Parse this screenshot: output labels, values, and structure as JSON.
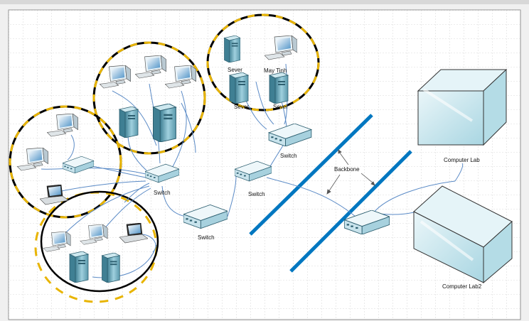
{
  "labels": {
    "sever_top": "Sever",
    "may_tinh": "May Tinh",
    "sever_left": "Sever",
    "sever_right": "Sever",
    "switch_top": "Switch",
    "switch_mid": "Switch",
    "switch_left": "Switch",
    "switch_low": "Switch",
    "backbone": "Backbone",
    "lab1": "Computer Lab",
    "lab2": "Computer Lab2"
  },
  "colors": {
    "backbone_line": "#0077c0",
    "dash_yellow": "#e8b400",
    "dash_black": "#000000",
    "link_line": "#5a8ac6",
    "device_light": "#d6edf3",
    "device_mid": "#7fb9cc",
    "device_dark": "#3f7f93",
    "grid": "#b8b8b8",
    "page": "#ffffff"
  },
  "icons": [
    "server-tower-icon",
    "crt-monitor-icon",
    "laptop-icon",
    "network-switch-icon",
    "lab-building-icon"
  ]
}
